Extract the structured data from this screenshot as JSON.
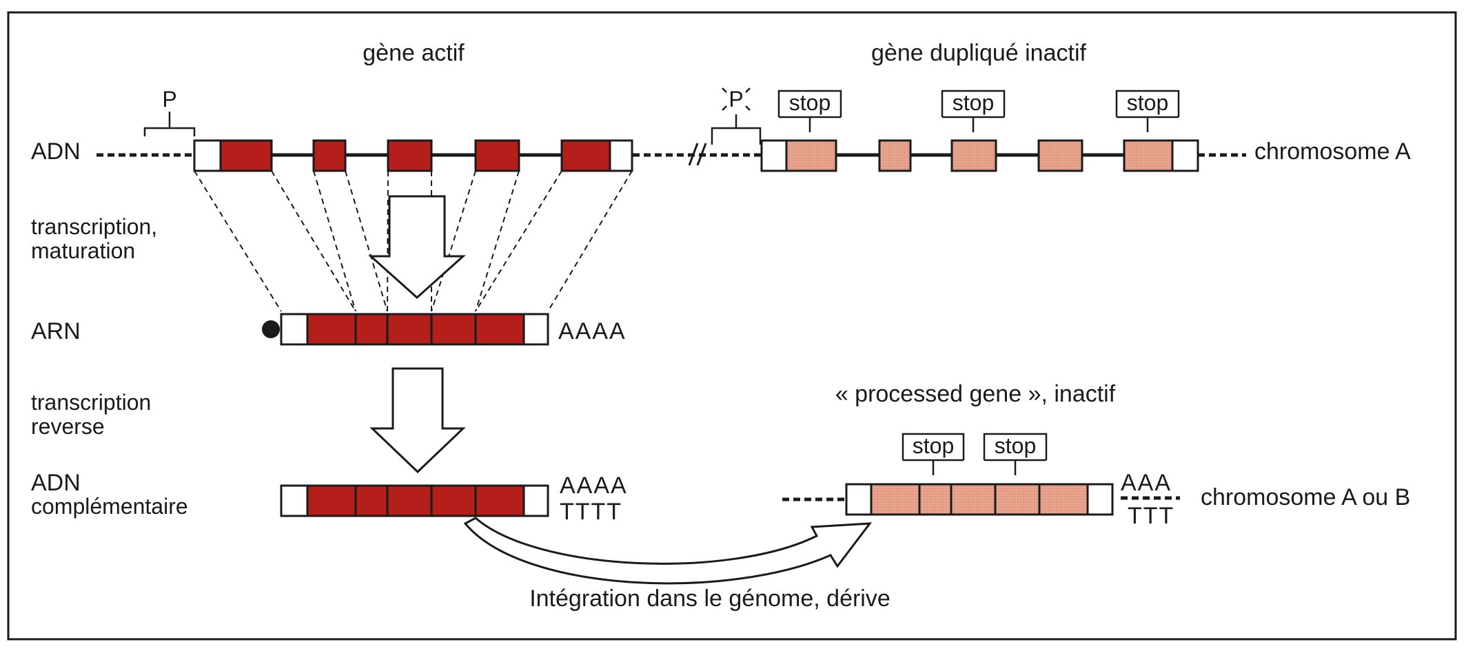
{
  "headings": {
    "active_gene": "gène actif",
    "duplicated_inactive_gene": "gène dupliqué inactif",
    "processed_gene": "« processed gene », inactif"
  },
  "rows": {
    "dna": "ADN",
    "transcription_line1": "transcription,",
    "transcription_line2": "maturation",
    "rna": "ARN",
    "reverse_line1": "transcription",
    "reverse_line2": "reverse",
    "cdna_line1": "ADN",
    "cdna_line2": "complémentaire"
  },
  "promoter": {
    "label": "P",
    "broken_label": "P"
  },
  "stop_label": "stop",
  "polyA": {
    "rna": "AAAA",
    "cdna_top": "AAAA",
    "cdna_bottom": "TTTT",
    "processed_top": "AAA",
    "processed_bottom": "TTT"
  },
  "chromosomes": {
    "a": "chromosome A",
    "a_or_b": "chromosome A ou B"
  },
  "integration_caption": "Intégration dans le génome, dérive",
  "colors": {
    "exon_active": "#b41f1c",
    "exon_inactive": "#e8a48c",
    "frame": "#1a1a1a",
    "utr": "#ffffff"
  },
  "icons": {
    "cap": "cap-dot-icon",
    "arrow_down": "hollow-arrow-down-icon",
    "arrow_curved": "curved-arrow-icon",
    "break": "double-slash-break-icon"
  }
}
